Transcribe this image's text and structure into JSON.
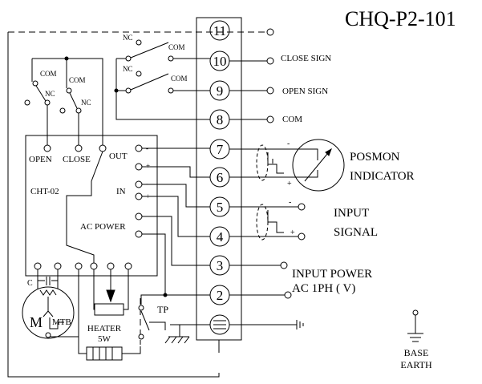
{
  "diagram": {
    "title": "CHQ-P2-101",
    "terminals": [
      "11",
      "10",
      "9",
      "8",
      "7",
      "6",
      "5",
      "4",
      "3",
      "2"
    ],
    "signals": {
      "close_sign": "CLOSE SIGN",
      "open_sign": "OPEN SIGN",
      "com": "COM"
    },
    "indicator": {
      "line1": "POSMON",
      "line2": "INDICATOR"
    },
    "input_signal": {
      "line1": "INPUT",
      "line2": "SIGNAL"
    },
    "input_power": {
      "line1": "INPUT POWER",
      "line2": "AC  1PH  (  V)"
    },
    "base_earth": {
      "line1": "BASE",
      "line2": "EARTH"
    },
    "controller": {
      "name": "CHT-02",
      "open": "OPEN",
      "close": "CLOSE",
      "out": "OUT",
      "in": "IN",
      "ac_power": "AC POWER"
    },
    "switch_labels": {
      "nc": "NC",
      "com": "COM"
    },
    "motor": {
      "m": "M",
      "mtb": "MTB",
      "c": "C"
    },
    "heater": {
      "line1": "HEATER",
      "line2": "5W"
    },
    "tp": "TP",
    "polarity": {
      "minus": "-",
      "plus": "+"
    }
  }
}
